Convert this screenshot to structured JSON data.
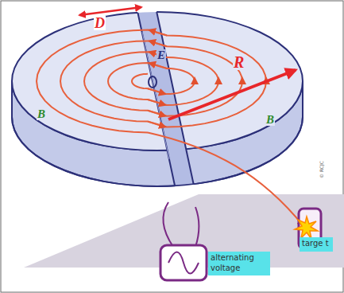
{
  "diagram": {
    "nodes": [
      {
        "text": [
          "targe t"
        ]
      },
      {
        "text": [
          "alternating voltage"
        ]
      }
    ],
    "labels": [
      "D",
      "E",
      "R",
      "B",
      "B",
      "© RCJC"
    ]
  }
}
